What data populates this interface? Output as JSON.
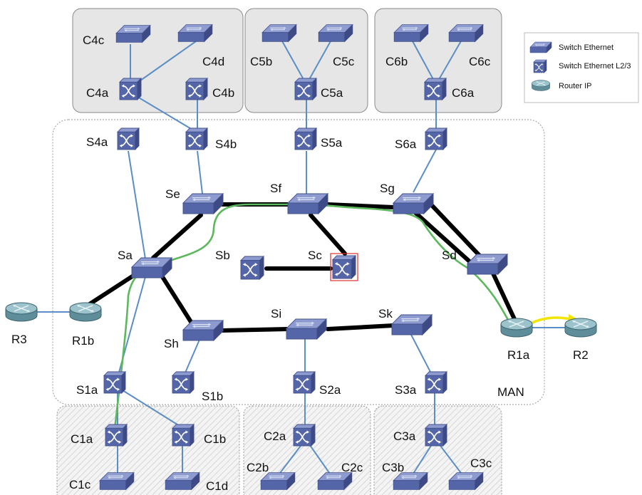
{
  "labels": {
    "C4c": "C4c",
    "C4d": "C4d",
    "C4a": "C4a",
    "C4b": "C4b",
    "C5b": "C5b",
    "C5c": "C5c",
    "C5a": "C5a",
    "C6b": "C6b",
    "C6c": "C6c",
    "C6a": "C6a",
    "S4a": "S4a",
    "S4b": "S4b",
    "S5a": "S5a",
    "S6a": "S6a",
    "Se": "Se",
    "Sf": "Sf",
    "Sg": "Sg",
    "Sa": "Sa",
    "Sb": "Sb",
    "Sc": "Sc",
    "Sd": "Sd",
    "Si": "Si",
    "Sk": "Sk",
    "Sh": "Sh",
    "R3": "R3",
    "R1b": "R1b",
    "R1a": "R1a",
    "R2": "R2",
    "S1a": "S1a",
    "S1b": "S1b",
    "S2a": "S2a",
    "S3a": "S3a",
    "MAN": "MAN",
    "C1a": "C1a",
    "C1b": "C1b",
    "C1c": "C1c",
    "C1d": "C1d",
    "C2a": "C2a",
    "C2b": "C2b",
    "C2c": "C2c",
    "C3a": "C3a",
    "C3b": "C3b",
    "C3c": "C3c"
  },
  "legend": {
    "switch": "Switch Ethernet",
    "switch_l23": "Switch Ethernet L2/3",
    "router": "Router IP"
  },
  "colors": {
    "device_blue": "#5566a8",
    "device_top": "#8d9bd0",
    "link_blue": "#5b8ec6",
    "trunk_black": "#000000",
    "path_green": "#5cb85c",
    "path_yellow": "#f2e600",
    "group_gray": "#e6e6e6",
    "highlight_red": "#e03030"
  },
  "icons": {
    "switch": "switch-ethernet-icon",
    "switch_l23": "switch-l23-icon",
    "router": "router-icon"
  }
}
